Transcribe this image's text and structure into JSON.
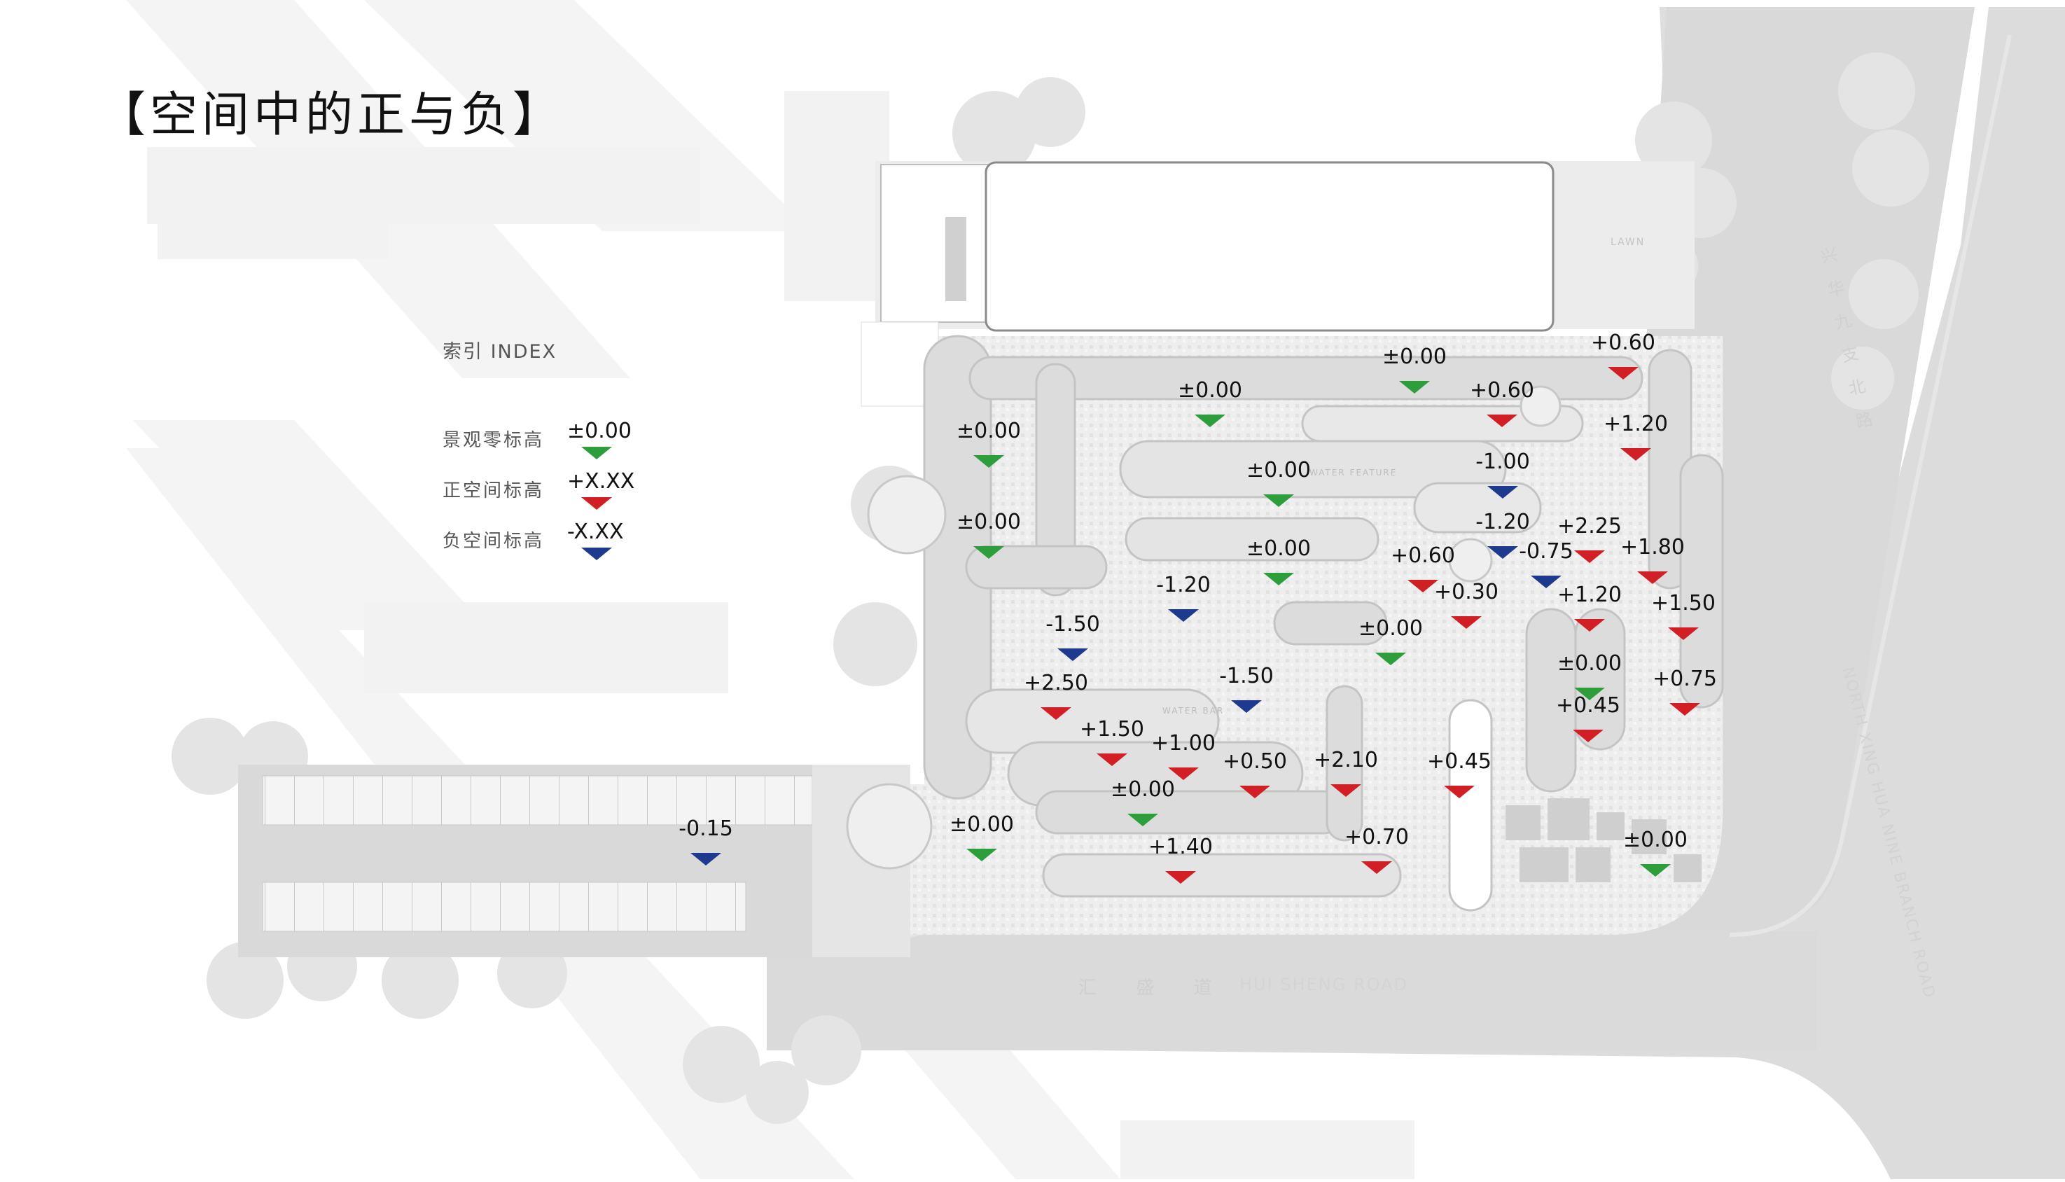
{
  "title": "【空间中的正与负】",
  "legend": {
    "heading": "索引 INDEX",
    "items": [
      {
        "label": "景观零标高",
        "value": "±0.00",
        "kind": "zero"
      },
      {
        "label": "正空间标高",
        "value": "+X.XX",
        "kind": "positive"
      },
      {
        "label": "负空间标高",
        "value": "-X.XX",
        "kind": "negative"
      }
    ]
  },
  "colors": {
    "zero": "#2e9e3c",
    "positive": "#d21f26",
    "negative": "#1d3a8f"
  },
  "roads": {
    "south_cn": "汇 盛 道",
    "south_en": "HUI SHENG ROAD",
    "east_cn": "兴华九支北路",
    "east_en": "NORTH XING HUA NINE BRANCH ROAD"
  },
  "plan_labels": {
    "lawn": "LAWN",
    "water_feature": "WATER FEATURE",
    "water_bar": "WATER BAR"
  },
  "markers": [
    {
      "value": "±0.00",
      "kind": "zero"
    },
    {
      "value": "+0.60",
      "kind": "positive"
    },
    {
      "value": "+0.60",
      "kind": "positive"
    },
    {
      "value": "±0.00",
      "kind": "zero"
    },
    {
      "value": "±0.00",
      "kind": "zero"
    },
    {
      "value": "+1.20",
      "kind": "positive"
    },
    {
      "value": "±0.00",
      "kind": "zero"
    },
    {
      "value": "-1.00",
      "kind": "negative"
    },
    {
      "value": "±0.00",
      "kind": "zero"
    },
    {
      "value": "-1.20",
      "kind": "negative"
    },
    {
      "value": "+2.25",
      "kind": "positive"
    },
    {
      "value": "±0.00",
      "kind": "zero"
    },
    {
      "value": "+0.60",
      "kind": "positive"
    },
    {
      "value": "-0.75",
      "kind": "negative"
    },
    {
      "value": "+1.80",
      "kind": "positive"
    },
    {
      "value": "-1.20",
      "kind": "negative"
    },
    {
      "value": "+0.30",
      "kind": "positive"
    },
    {
      "value": "+1.20",
      "kind": "positive"
    },
    {
      "value": "+1.50",
      "kind": "positive"
    },
    {
      "value": "-1.50",
      "kind": "negative"
    },
    {
      "value": "±0.00",
      "kind": "zero"
    },
    {
      "value": "±0.00",
      "kind": "zero"
    },
    {
      "value": "+2.50",
      "kind": "positive"
    },
    {
      "value": "-1.50",
      "kind": "negative"
    },
    {
      "value": "+0.75",
      "kind": "positive"
    },
    {
      "value": "+0.45",
      "kind": "positive"
    },
    {
      "value": "+1.50",
      "kind": "positive"
    },
    {
      "value": "+1.00",
      "kind": "positive"
    },
    {
      "value": "+0.50",
      "kind": "positive"
    },
    {
      "value": "+2.10",
      "kind": "positive"
    },
    {
      "value": "+0.45",
      "kind": "positive"
    },
    {
      "value": "±0.00",
      "kind": "zero"
    },
    {
      "value": "-0.15",
      "kind": "negative"
    },
    {
      "value": "±0.00",
      "kind": "zero"
    },
    {
      "value": "+0.70",
      "kind": "positive"
    },
    {
      "value": "±0.00",
      "kind": "zero"
    },
    {
      "value": "+1.40",
      "kind": "positive"
    }
  ]
}
